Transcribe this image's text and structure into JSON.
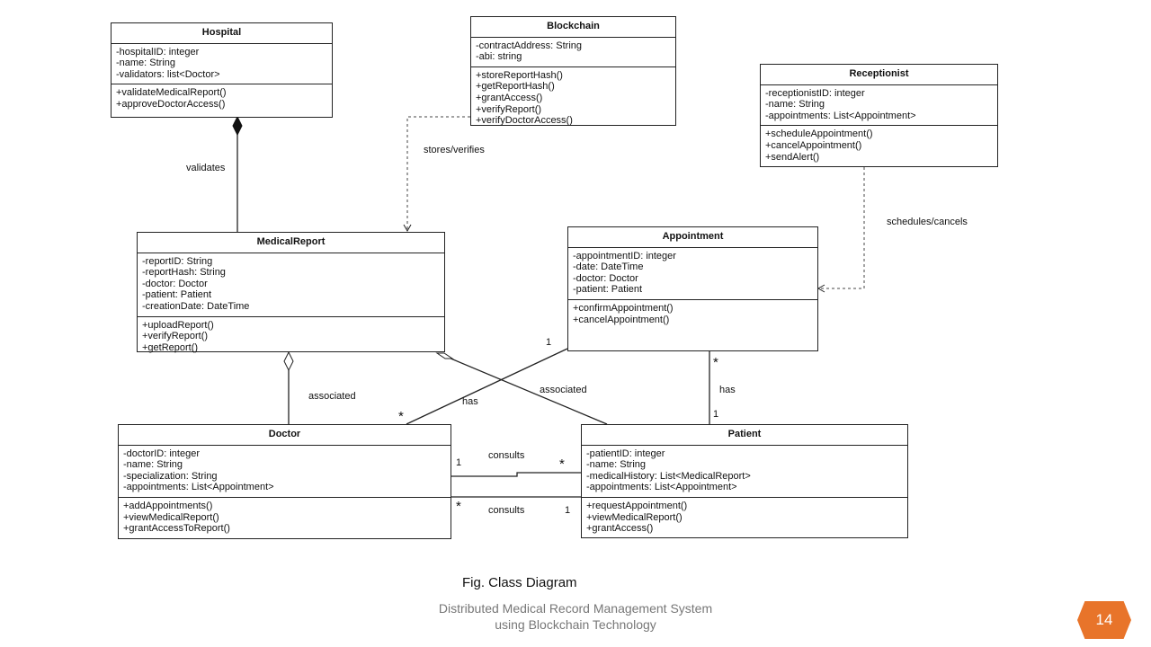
{
  "classes": {
    "hospital": {
      "name": "Hospital",
      "attributes": [
        "-hospitalID: integer",
        "-name: String",
        "-validators: list<Doctor>"
      ],
      "methods": [
        "+validateMedicalReport()",
        "+approveDoctorAccess()"
      ]
    },
    "blockchain": {
      "name": "Blockchain",
      "attributes": [
        "-contractAddress: String",
        "-abi: string"
      ],
      "methods": [
        "+storeReportHash()",
        "+getReportHash()",
        "+grantAccess()",
        "+verifyReport()",
        "+verifyDoctorAccess()"
      ]
    },
    "receptionist": {
      "name": "Receptionist",
      "attributes": [
        "-receptionistID: integer",
        "-name: String",
        "-appointments: List<Appointment>"
      ],
      "methods": [
        "+scheduleAppointment()",
        "+cancelAppointment()",
        "+sendAlert()"
      ]
    },
    "medicalreport": {
      "name": "MedicalReport",
      "attributes": [
        "-reportID: String",
        "-reportHash: String",
        "-doctor: Doctor",
        "-patient: Patient",
        "-creationDate: DateTime"
      ],
      "methods": [
        "+uploadReport()",
        "+verifyReport()",
        "+getReport()"
      ]
    },
    "appointment": {
      "name": "Appointment",
      "attributes": [
        "-appointmentID: integer",
        "-date: DateTime",
        "-doctor: Doctor",
        "-patient: Patient"
      ],
      "methods": [
        "+confirmAppointment()",
        "+cancelAppointment()"
      ]
    },
    "doctor": {
      "name": "Doctor",
      "attributes": [
        "-doctorID: integer",
        "-name: String",
        "-specialization: String",
        "-appointments: List<Appointment>"
      ],
      "methods": [
        "+addAppointments()",
        "+viewMedicalReport()",
        "+grantAccessToReport()"
      ]
    },
    "patient": {
      "name": "Patient",
      "attributes": [
        "-patientID: integer",
        "-name: String",
        "-medicalHistory: List<MedicalReport>",
        "-appointments: List<Appointment>"
      ],
      "methods": [
        "+requestAppointment()",
        "+viewMedicalReport()",
        "+grantAccess()"
      ]
    }
  },
  "relations": {
    "validates": "validates",
    "stores_verifies": "stores/verifies",
    "schedules_cancels": "schedules/cancels",
    "associated_doctor": "associated",
    "associated_patient": "associated",
    "has_doctor": "has",
    "has_patient": "has",
    "consults_top": "consults",
    "consults_bottom": "consults"
  },
  "multiplicities": {
    "appt_doctor_1": "1",
    "appt_doctor_star": "*",
    "appt_patient_star": "*",
    "appt_patient_1": "1",
    "consults_top_1": "1",
    "consults_top_star": "*",
    "consults_bottom_star": "*",
    "consults_bottom_1": "1"
  },
  "caption": "Fig. Class Diagram",
  "footer": {
    "line1": "Distributed Medical Record Management System",
    "line2": "using Blockchain Technology"
  },
  "page_number": "14",
  "colors": {
    "badge": "#e8742a",
    "footer_text": "#777777",
    "lines": "#222222"
  }
}
